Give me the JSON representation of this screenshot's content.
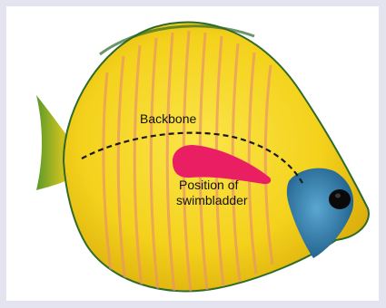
{
  "labels": {
    "backbone": "Backbone",
    "swimbladder_line1": "Position of",
    "swimbladder_line2": "swimbladder"
  },
  "colors": {
    "border": "#e4e4f0",
    "body_yellow": "#f4d21c",
    "body_shadow": "#e0b40c",
    "stripe": "#e8946a",
    "mask_blue": "#2f7fb0",
    "swimbladder": "#ea1e63",
    "backbone_line": "#1a1a1a"
  },
  "icons": {
    "fish": "butterflyfish-illustration",
    "eye": "fish-eye"
  }
}
